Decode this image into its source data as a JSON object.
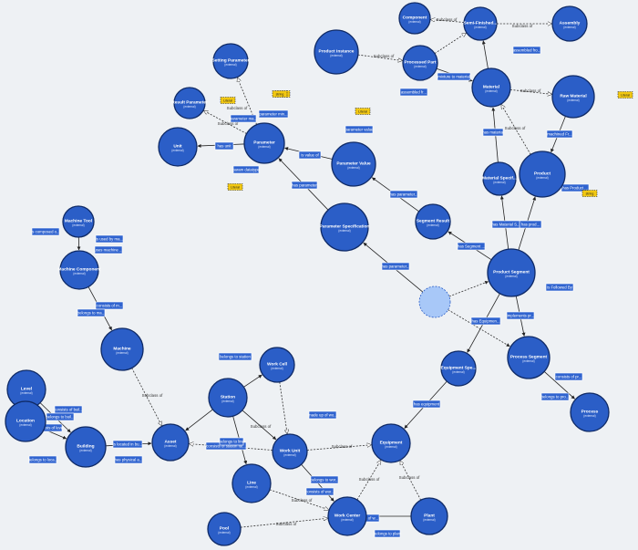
{
  "nodes": [
    {
      "id": "component",
      "label": "Component",
      "sub": "(external)"
    },
    {
      "id": "semi_finished",
      "label": "Semi-Finished...",
      "sub": "(external)"
    },
    {
      "id": "assembly",
      "label": "Assembly",
      "sub": "(external)"
    },
    {
      "id": "product_instance",
      "label": "Product Instance",
      "sub": "(external)"
    },
    {
      "id": "processed_part",
      "label": "Processed Part",
      "sub": "(external)"
    },
    {
      "id": "material",
      "label": "Material",
      "sub": "(external)"
    },
    {
      "id": "raw_material",
      "label": "Raw Material",
      "sub": "(external)"
    },
    {
      "id": "setting_parameter",
      "label": "Setting Parameter",
      "sub": "(external)"
    },
    {
      "id": "result_parameter",
      "label": "Result Parameter",
      "sub": "(external)"
    },
    {
      "id": "unit",
      "label": "Unit",
      "sub": "(external)"
    },
    {
      "id": "parameter",
      "label": "Parameter",
      "sub": "(external)"
    },
    {
      "id": "parameter_value",
      "label": "Parameter Value",
      "sub": "(external)"
    },
    {
      "id": "material_spec",
      "label": "Material Specif...",
      "sub": "(external)"
    },
    {
      "id": "product",
      "label": "Product",
      "sub": "(external)"
    },
    {
      "id": "parameter_spec",
      "label": "Parameter Specification",
      "sub": "(external)"
    },
    {
      "id": "segment_result",
      "label": "Segment Result",
      "sub": "(external)"
    },
    {
      "id": "product_segment",
      "label": "Product Segment",
      "sub": "(external)"
    },
    {
      "id": "machine_tool",
      "label": "Machine Tool",
      "sub": "(external)"
    },
    {
      "id": "machine_component",
      "label": "Machine Component",
      "sub": "(external)"
    },
    {
      "id": "machine",
      "label": "Machine",
      "sub": "(external)"
    },
    {
      "id": "equipment_spec",
      "label": "Equipment Spe...",
      "sub": "(external)"
    },
    {
      "id": "process_segment",
      "label": "Process Segment",
      "sub": "(external)"
    },
    {
      "id": "process",
      "label": "Process",
      "sub": "(external)"
    },
    {
      "id": "level",
      "label": "Level",
      "sub": "(external)"
    },
    {
      "id": "location",
      "label": "Location",
      "sub": "(external)"
    },
    {
      "id": "building",
      "label": "Building",
      "sub": "(external)"
    },
    {
      "id": "asset",
      "label": "Asset",
      "sub": "(external)"
    },
    {
      "id": "station",
      "label": "Station",
      "sub": "(external)"
    },
    {
      "id": "work_cell",
      "label": "Work Cell",
      "sub": "(external)"
    },
    {
      "id": "work_unit",
      "label": "Work Unit",
      "sub": "(external)"
    },
    {
      "id": "equipment",
      "label": "Equipment",
      "sub": "(external)"
    },
    {
      "id": "line",
      "label": "Line",
      "sub": "(external)"
    },
    {
      "id": "work_center",
      "label": "Work Center",
      "sub": "(external)"
    },
    {
      "id": "plant",
      "label": "Plant",
      "sub": "(external)"
    },
    {
      "id": "pool",
      "label": "Pool",
      "sub": "(external)"
    }
  ],
  "edge_labels": [
    "has material",
    "is Followed By",
    "implements pr...",
    "has Segment ...",
    "has Equipmen...",
    "has parameter...",
    "has parameter...",
    "has parameter",
    "is value of",
    "parameter value",
    "has unit",
    "param datatype",
    "parameter ma...",
    "parameter min...",
    "has prod...",
    "has Material S...",
    "has Product ...",
    "machined Fr...",
    "assembled fr...",
    "assembled fro...",
    "mixture to material",
    "consists of pr...",
    "belongs to pro...",
    "has equipment",
    "is composed o...",
    "is used by ma...",
    "uses machine ...",
    "consists of m...",
    "belongs to ma...",
    "consists of buil...",
    "belongs to buil...",
    "consists of level",
    "belongs to loca...",
    "is located in bu...",
    "has physical a...",
    "belongs to station",
    "consists of station ite...",
    "belongs to line",
    "made up of wo...",
    "belongs to wor...",
    "consists of wor...",
    "consists of w...",
    "belongs to plant",
    "has Material S..."
  ],
  "subclass_label": "Subclass of",
  "datatype_labels": [
    "Literal",
    "string",
    "Literal",
    "Literal",
    "Literal",
    "string",
    "string"
  ],
  "hidden_node_label": "",
  "colors": {
    "node_fill": "#2b5ec7",
    "node_stroke": "#0f2a66",
    "label_box": "#2f63cf",
    "datatype": "#f2c811",
    "background": "#eef1f4",
    "ghost_node": "#a8c8f8"
  }
}
